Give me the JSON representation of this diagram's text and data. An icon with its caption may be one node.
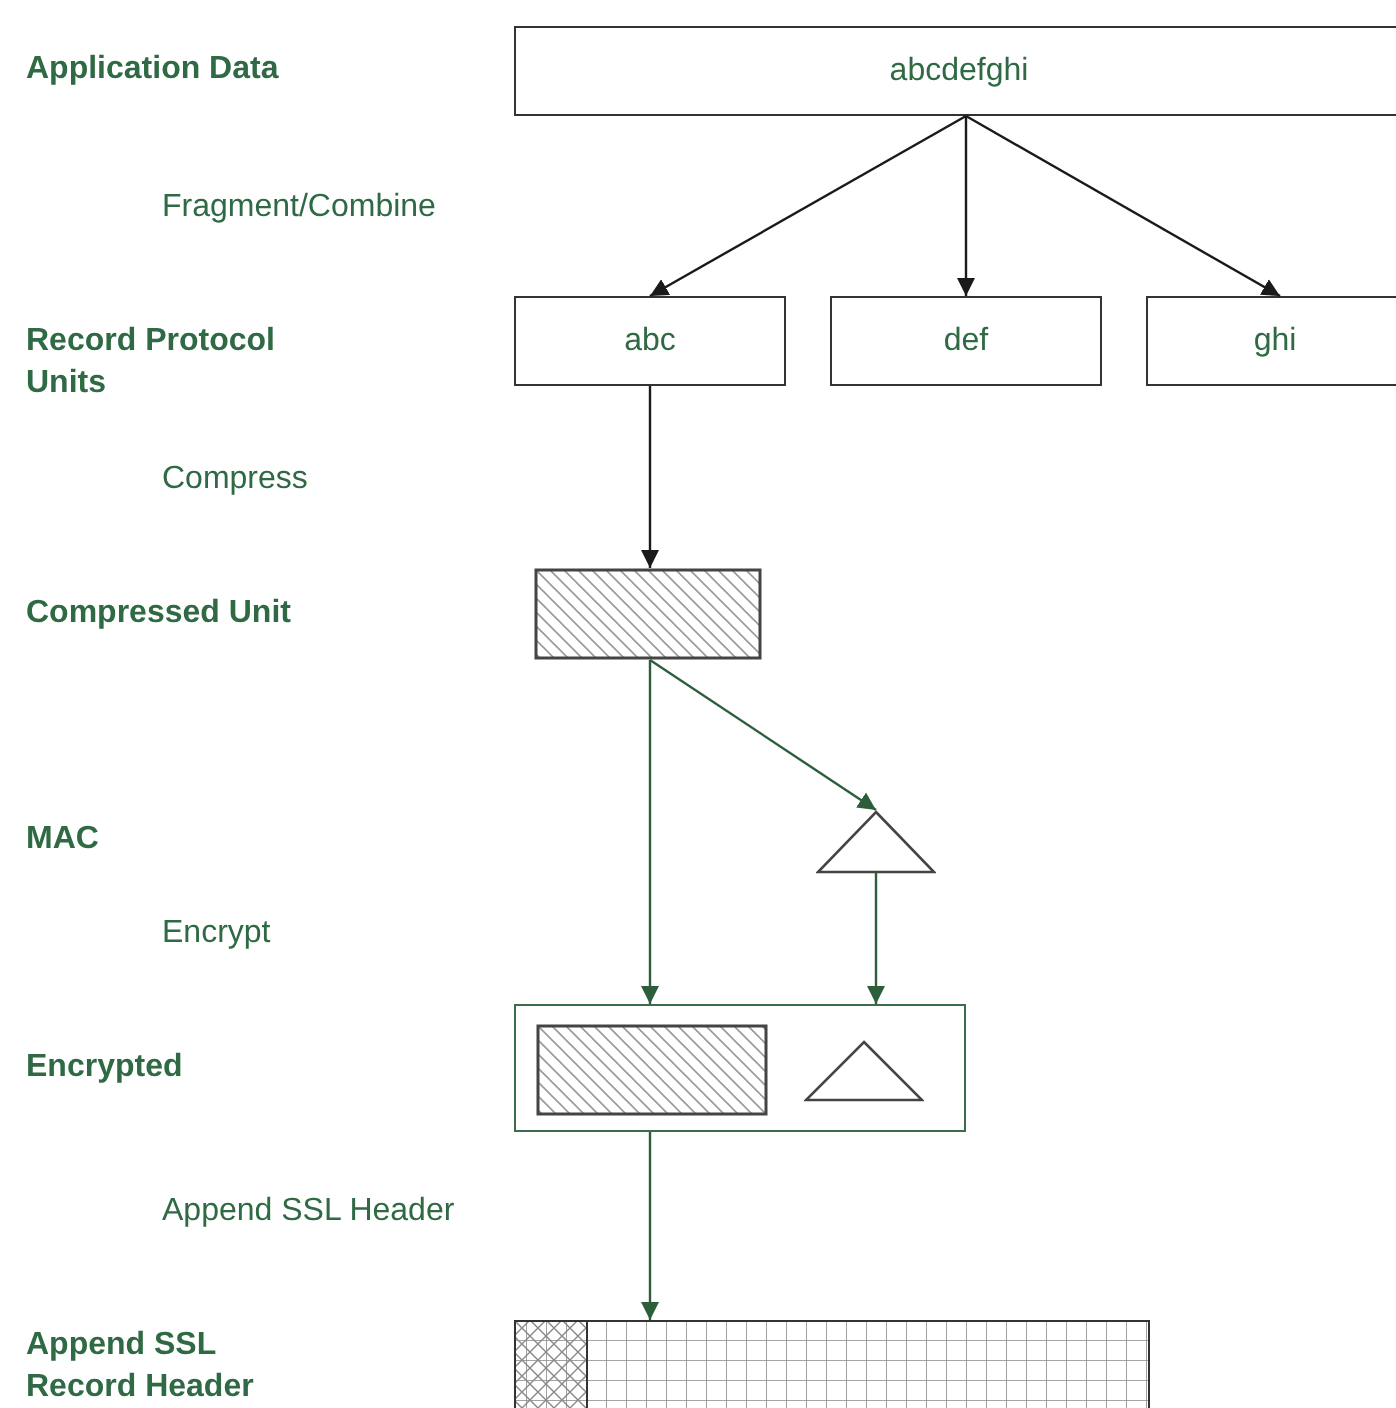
{
  "diagram": {
    "nodes": [
      {
        "text": [
          "abcdefghi"
        ]
      },
      {
        "text": [
          "abc"
        ]
      },
      {
        "text": [
          "def"
        ]
      },
      {
        "text": [
          "ghi"
        ]
      },
      {
        "text": [],
        "shape": "box"
      },
      {
        "text": [],
        "shape": "triangle"
      },
      {
        "text": [],
        "shape": "box"
      },
      {
        "text": [],
        "shape": "box",
        "in": 6
      },
      {
        "text": [],
        "shape": "triangle",
        "in": 6
      },
      {
        "text": [],
        "shape": "bar"
      }
    ],
    "edges": [
      {
        "from": 0,
        "to": 1,
        "arrow": "to"
      },
      {
        "from": 0,
        "to": 2,
        "arrow": "to"
      },
      {
        "from": 0,
        "to": 3,
        "arrow": "to"
      },
      {
        "from": 1,
        "to": 4,
        "arrow": "to"
      },
      {
        "from": 4,
        "to": 6,
        "arrow": "to",
        "color": "#2d5e3c"
      },
      {
        "from": 4,
        "to": 5,
        "arrow": "to",
        "color": "#2d5e3c"
      },
      {
        "from": 5,
        "to": 6,
        "arrow": "to",
        "color": "#2d5e3c"
      },
      {
        "from": 6,
        "to": 9,
        "arrow": "to",
        "color": "#2d5e3c"
      }
    ],
    "labels": [
      "Application Data",
      "Fragment/Combine",
      "Record Protocol Units",
      "Compress",
      "Compressed Unit",
      "MAC",
      "Encrypt",
      "Encrypted",
      "Append SSL Header",
      "Append SSL Record Header"
    ]
  }
}
